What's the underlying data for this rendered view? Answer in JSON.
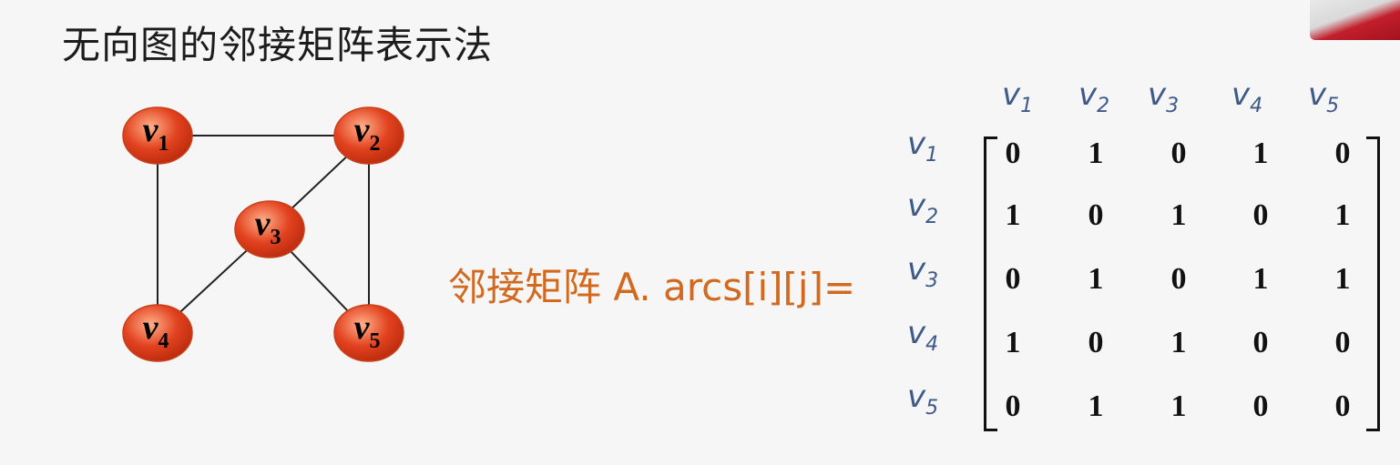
{
  "title": "无向图的邻接矩阵表示法",
  "graph": {
    "nodes": [
      {
        "id": "v1",
        "letter": "v",
        "sub": "1"
      },
      {
        "id": "v2",
        "letter": "v",
        "sub": "2"
      },
      {
        "id": "v3",
        "letter": "v",
        "sub": "3"
      },
      {
        "id": "v4",
        "letter": "v",
        "sub": "4"
      },
      {
        "id": "v5",
        "letter": "v",
        "sub": "5"
      }
    ],
    "edges": [
      [
        "v1",
        "v2"
      ],
      [
        "v1",
        "v4"
      ],
      [
        "v2",
        "v3"
      ],
      [
        "v2",
        "v5"
      ],
      [
        "v3",
        "v4"
      ],
      [
        "v3",
        "v5"
      ]
    ],
    "node_color": "#e2421f"
  },
  "matrix": {
    "label": "邻接矩阵 A. arcs[i][j]=",
    "label_color": "#d2691e",
    "header_color": "#3d5a8a",
    "headers": [
      {
        "letter": "v",
        "sub": "1"
      },
      {
        "letter": "v",
        "sub": "2"
      },
      {
        "letter": "v",
        "sub": "3"
      },
      {
        "letter": "v",
        "sub": "4"
      },
      {
        "letter": "v",
        "sub": "5"
      }
    ],
    "rows": [
      {
        "letter": "v",
        "sub": "1",
        "values": [
          "0",
          "1",
          "0",
          "1",
          "0"
        ]
      },
      {
        "letter": "v",
        "sub": "2",
        "values": [
          "1",
          "0",
          "1",
          "0",
          "1"
        ]
      },
      {
        "letter": "v",
        "sub": "3",
        "values": [
          "0",
          "1",
          "0",
          "1",
          "1"
        ]
      },
      {
        "letter": "v",
        "sub": "4",
        "values": [
          "1",
          "0",
          "1",
          "0",
          "0"
        ]
      },
      {
        "letter": "v",
        "sub": "5",
        "values": [
          "0",
          "1",
          "1",
          "0",
          "0"
        ]
      }
    ]
  }
}
